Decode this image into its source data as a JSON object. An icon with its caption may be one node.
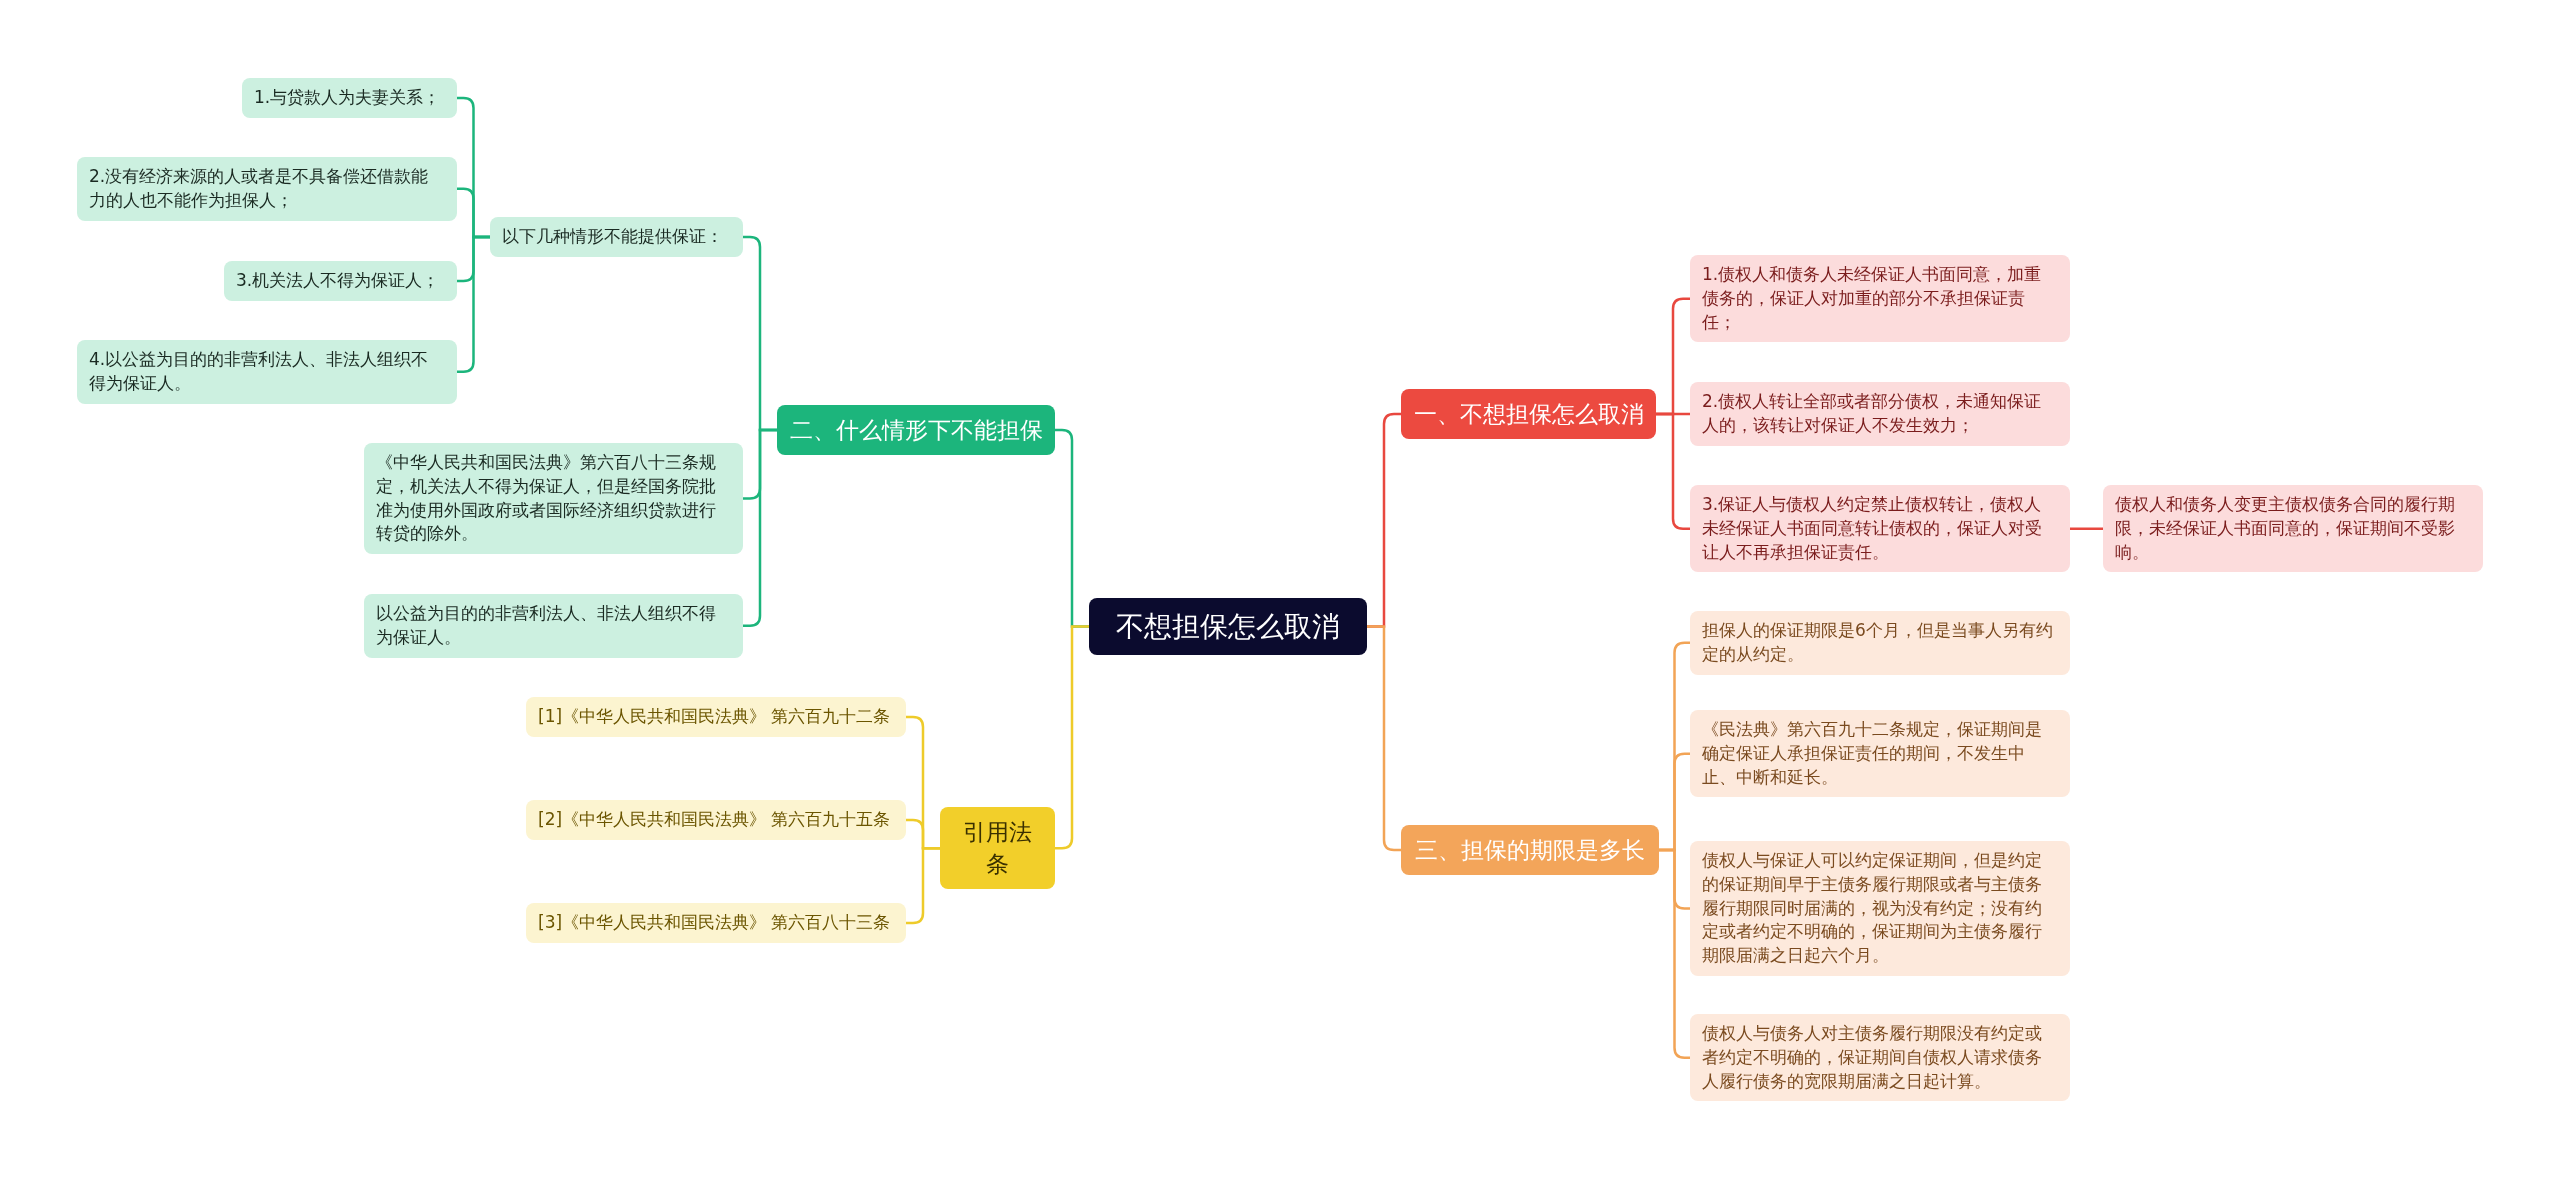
{
  "diagram": {
    "nodes": [
      {
        "text": [
          "不想担保怎么取消"
        ]
      },
      {
        "text": [
          "一、不想担保怎么取消"
        ]
      },
      {
        "text": [
          "1.债权人和债务人未经保证人书面同意，加重债务的，保证人对加重的部分不承担保证责任；"
        ]
      },
      {
        "text": [
          "2.债权人转让全部或者部分债权，未通知保证人的，该转让对保证人不发生效力；"
        ]
      },
      {
        "text": [
          "3.保证人与债权人约定禁止债权转让，债权人未经保证人书面同意转让债权的，保证人对受让人不再承担保证责任。"
        ]
      },
      {
        "text": [
          "债权人和债务人变更主债权债务合同的履行期限，未经保证人书面同意的，保证期间不受影响。"
        ]
      },
      {
        "text": [
          "三、担保的期限是多长"
        ]
      },
      {
        "text": [
          "担保人的保证期限是6个月，但是当事人另有约定的从约定。"
        ]
      },
      {
        "text": [
          "《民法典》第六百九十二条规定，保证期间是确定保证人承担保证责任的期间，不发生中止、中断和延长。"
        ]
      },
      {
        "text": [
          "债权人与保证人可以约定保证期间，但是约定的保证期间早于主债务履行期限或者与主债务履行期限同时届满的，视为没有约定；没有约定或者约定不明确的，保证期间为主债务履行期限届满之日起六个月。"
        ]
      },
      {
        "text": [
          "债权人与债务人对主债务履行期限没有约定或者约定不明确的，保证期间自债权人请求债务人履行债务的宽限期届满之日起计算。"
        ]
      },
      {
        "text": [
          "二、什么情形下不能担保"
        ]
      },
      {
        "text": [
          "以下几种情形不能提供保证："
        ]
      },
      {
        "text": [
          "1.与贷款人为夫妻关系；"
        ]
      },
      {
        "text": [
          "2.没有经济来源的人或者是不具备偿还借款能力的人也不能作为担保人；"
        ]
      },
      {
        "text": [
          "3.机关法人不得为保证人；"
        ]
      },
      {
        "text": [
          "4.以公益为目的的非营利法人、非法人组织不得为保证人。"
        ]
      },
      {
        "text": [
          "《中华人民共和国民法典》第六百八十三条规定，机关法人不得为保证人，但是经国务院批准为使用外国政府或者国际经济组织贷款进行转贷的除外。"
        ]
      },
      {
        "text": [
          "以公益为目的的非营利法人、非法人组织不得为保证人。"
        ]
      },
      {
        "text": [
          "引用法条"
        ]
      },
      {
        "text": [
          "[1]《中华人民共和国民法典》 第六百九十二条"
        ]
      },
      {
        "text": [
          "[2]《中华人民共和国民法典》 第六百九十五条"
        ]
      },
      {
        "text": [
          "[3]《中华人民共和国民法典》 第六百八十三条"
        ]
      }
    ],
    "edges": [
      {
        "from": 0,
        "to": 1,
        "arrow": "none",
        "color": "#e8483f"
      },
      {
        "from": 1,
        "to": 2,
        "arrow": "none",
        "color": "#e8483f"
      },
      {
        "from": 1,
        "to": 3,
        "arrow": "none",
        "color": "#e8483f"
      },
      {
        "from": 1,
        "to": 4,
        "arrow": "none",
        "color": "#e8483f"
      },
      {
        "from": 4,
        "to": 5,
        "arrow": "none",
        "color": "#e8483f"
      },
      {
        "from": 0,
        "to": 6,
        "arrow": "none",
        "color": "#f2a456"
      },
      {
        "from": 6,
        "to": 7,
        "arrow": "none",
        "color": "#f2a456"
      },
      {
        "from": 6,
        "to": 8,
        "arrow": "none",
        "color": "#f2a456"
      },
      {
        "from": 6,
        "to": 9,
        "arrow": "none",
        "color": "#f2a456"
      },
      {
        "from": 6,
        "to": 10,
        "arrow": "none",
        "color": "#f2a456"
      },
      {
        "from": 0,
        "to": 11,
        "arrow": "none"
      },
      {
        "from": 11,
        "to": 12,
        "arrow": "none"
      },
      {
        "from": 12,
        "to": 13,
        "arrow": "none"
      },
      {
        "from": 12,
        "to": 14,
        "arrow": "none"
      },
      {
        "from": 12,
        "to": 15,
        "arrow": "none"
      },
      {
        "from": 12,
        "to": 16,
        "arrow": "none"
      },
      {
        "from": 11,
        "to": 17,
        "arrow": "none"
      },
      {
        "from": 11,
        "to": 18,
        "arrow": "none"
      },
      {
        "from": 0,
        "to": 19,
        "arrow": "none",
        "color": "#eecb2a"
      },
      {
        "from": 19,
        "to": 20,
        "arrow": "none",
        "color": "#eecb2a"
      },
      {
        "from": 19,
        "to": 21,
        "arrow": "none",
        "color": "#eecb2a"
      },
      {
        "from": 19,
        "to": 22,
        "arrow": "none",
        "color": "#eecb2a"
      }
    ]
  }
}
